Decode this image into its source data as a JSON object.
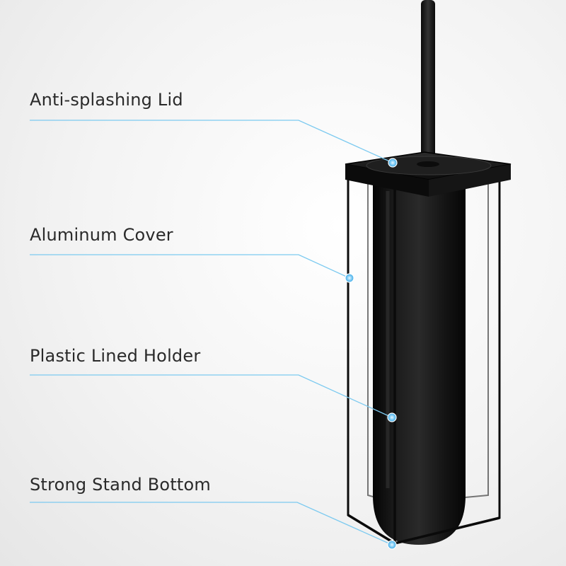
{
  "callouts": [
    {
      "label": "Anti-splashing Lid"
    },
    {
      "label": "Aluminum Cover"
    },
    {
      "label": "Plastic Lined Holder"
    },
    {
      "label": "Strong Stand Bottom"
    }
  ],
  "colors": {
    "leader_line": "#7ccaf0",
    "marker_dot": "#3aa8e6",
    "product": "#111111",
    "text": "#2a2a2a"
  }
}
